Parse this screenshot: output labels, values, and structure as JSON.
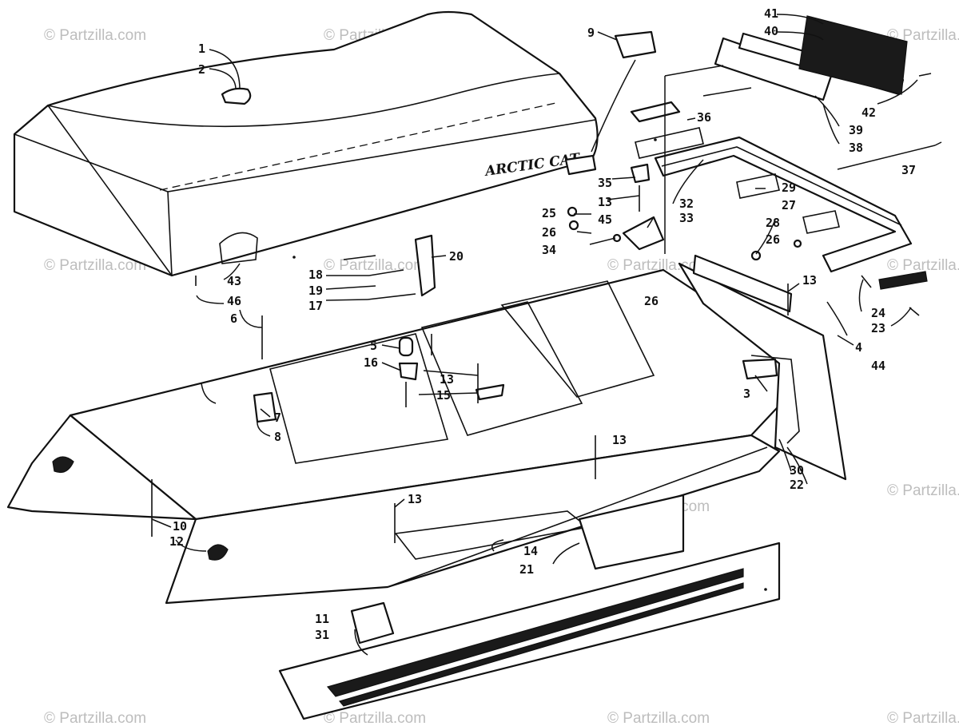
{
  "watermark": "© Partzilla.com",
  "brand_text": "ARCTIC CAT",
  "callouts": [
    "1",
    "2",
    "3",
    "4",
    "5",
    "6",
    "7",
    "8",
    "9",
    "10",
    "11",
    "12",
    "13",
    "14",
    "15",
    "16",
    "17",
    "18",
    "19",
    "20",
    "21",
    "22",
    "23",
    "24",
    "25",
    "26",
    "27",
    "28",
    "29",
    "30",
    "31",
    "32",
    "33",
    "34",
    "35",
    "36",
    "37",
    "38",
    "39",
    "40",
    "41",
    "42",
    "43",
    "44",
    "45",
    "46"
  ]
}
